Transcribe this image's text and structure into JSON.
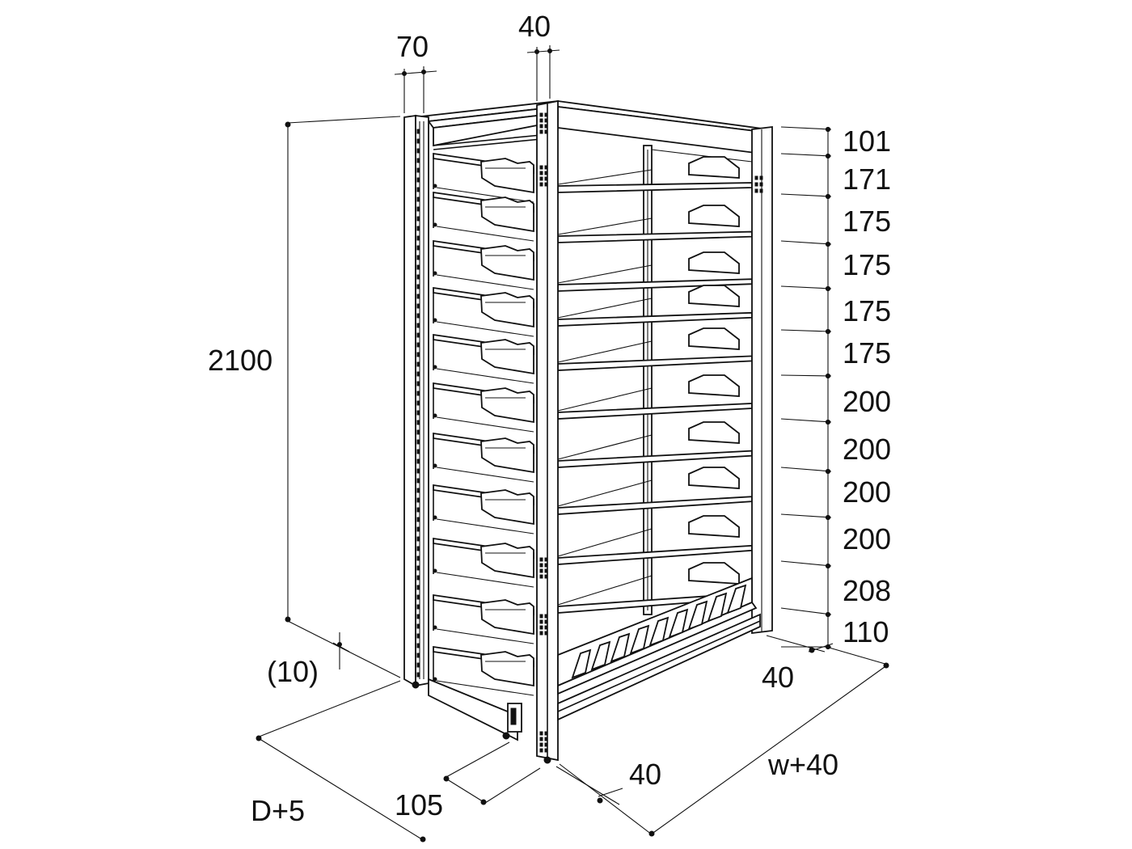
{
  "drawing": {
    "subject": "shelving-rack-isometric",
    "labels": {
      "top_post_70": "70",
      "top_post_40": "40",
      "total_height": "2100",
      "bottom_gap": "(10)",
      "depth": "D+5",
      "front_offset": "105",
      "front_post_40": "40",
      "right_post_40": "40",
      "width": "w+40"
    },
    "shelf_pitches": [
      "101",
      "171",
      "175",
      "175",
      "175",
      "175",
      "200",
      "200",
      "200",
      "200",
      "208",
      "110"
    ]
  }
}
